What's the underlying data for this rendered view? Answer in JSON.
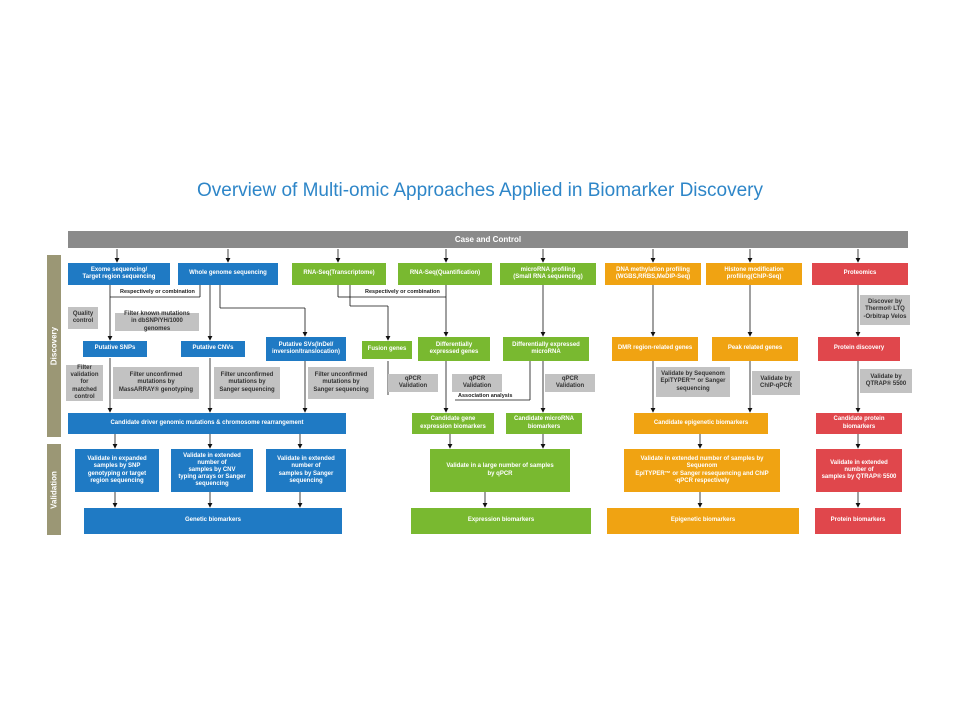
{
  "title": "Overview of Multi-omic Approaches Applied in Biomarker Discovery",
  "header_bar": "Case and Control",
  "phases": {
    "discovery": "Discovery",
    "validation": "Validation"
  },
  "colors": {
    "genetic": "#1f7ac4",
    "expression": "#79b930",
    "epigenetic": "#f0a312",
    "protein": "#e0474c",
    "method": "#c2c2c2",
    "phase": "#9b9775",
    "title": "#2e86c8"
  },
  "top_boxes": {
    "exome": "Exome sequencing/\nTarget region sequencing",
    "wgs": "Whole genome sequencing",
    "rnaseq_t": "RNA-Seq(Transcriptome)",
    "rnaseq_q": "RNA-Seq(Quantification)",
    "mirna": "microRNA profiling\n(Small RNA sequencing)",
    "dna_meth": "DNA methylation profiling\n(WGBS,RRBS,MeDIP-Seq)",
    "histone": "Histone modification\nprofiling(ChIP-Seq)",
    "proteomics": "Proteomics"
  },
  "notes": {
    "resp1": "Respectively or combination",
    "resp2": "Respectively or combination",
    "assoc": "Association analysis"
  },
  "grey_boxes": {
    "quality": "Quality\ncontrol",
    "filter_known": "Filter known mutations\nin dbSNP/YH/1000 genomes",
    "filter_validation": "Filter\nvalidation for\nmatched\ncontrol",
    "filter_mass": "Filter unconfirmed\nmutations by\nMassARRAY® genotyping",
    "filter_sanger1": "Filter unconfirmed\nmutations by\nSanger sequencing",
    "filter_sanger2": "Filter unconfirmed\nmutations by\nSanger sequencing",
    "qpcr1": "qPCR Validation",
    "qpcr2": "qPCR Validation",
    "qpcr3": "qPCR Validation",
    "sequenom": "Validate by Sequenom\nEpiTYPER™ or Sanger\nsequencing",
    "chip_qpcr": "Validate by\nChIP-qPCR",
    "discover_thermo": "Discover by\nThermo® LTQ\n-Orbitrap Velos",
    "qtrap_val": "Validate by\nQTRAP® 5500"
  },
  "mid_boxes": {
    "snps": "Putative SNPs",
    "cnvs": "Putative CNVs",
    "svs": "Putative SVs(InDel/\ninversion/translocation)",
    "fusion": "Fusion genes",
    "diff_genes": "Differentially\nexpressed genes",
    "diff_mirna": "Differentially expressed\nmicroRNA",
    "dmr": "DMR region-related genes",
    "peak": "Peak related genes",
    "protein_disc": "Protein discovery"
  },
  "candidate_boxes": {
    "driver": "Candidate driver genomic mutations & chromosome rearrangement",
    "gene_expr": "Candidate gene\nexpression biomarkers",
    "mirna_bio": "Candidate microRNA\nbiomarkers",
    "epigenetic": "Candidate epigenetic biomarkers",
    "protein": "Candidate protein\nbiomarkers"
  },
  "validate_boxes": {
    "snp": "Validate in expanded\nsamples by SNP\ngenotyping or target\nregion sequencing",
    "cnv": "Validate in extended\nnumber of\nsamples by CNV\ntyping arrays or Sanger\nsequencing",
    "sanger": "Validate in extended\nnumber of\nsamples by Sanger\nsequencing",
    "qpcr": "Validate in a large number of samples\nby qPCR",
    "epi": "Validate in extended number of samples by\nSequenom\nEpiTYPER™ or Sanger resequencing and ChIP\n-qPCR respectively",
    "protein": "Validate in extended\nnumber of\nsamples by QTRAP® 5500"
  },
  "final_boxes": {
    "genetic": "Genetic biomarkers",
    "expression": "Expression biomarkers",
    "epigenetic": "Epigenetic biomarkers",
    "protein": "Protein biomarkers"
  }
}
